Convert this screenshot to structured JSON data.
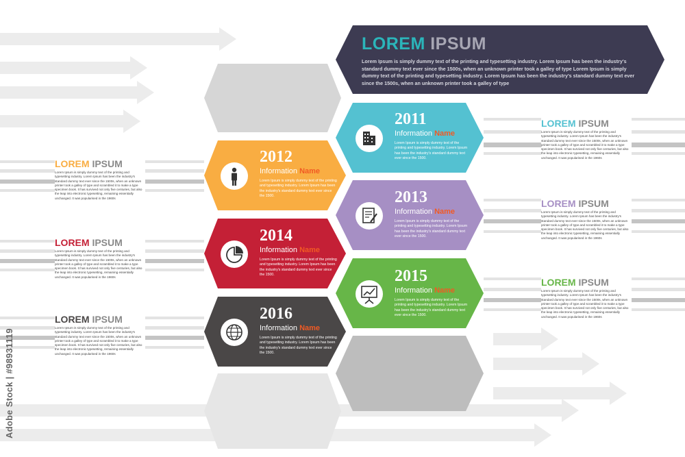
{
  "header": {
    "title_accent": "LOREM",
    "title_rest": "IPSUM",
    "body": "Lorem Ipsum is simply dummy text of the printing and typesetting industry. Lorem Ipsum has been the industry's standard dummy text ever since the 1500s, when an unknown printer took a galley of type Lorem Ipsum is simply dummy text of the printing and typesetting industry. Lorem Ipsum has been the industry's standard dummy text ever since the 1500s, when an unknown printer took a galley of type",
    "bg_color": "#3d3b52",
    "accent_color": "#2bb5ba"
  },
  "timeline": [
    {
      "year": "2011",
      "info": "Information",
      "name": "Name",
      "body": "Lorem Ipsum is simply dummy text of the printing and typesetting industry. Lorem Ipsum has been the industry's standard dummy text ever since the 1500.",
      "color": "#54c1d1",
      "icon": "building-icon"
    },
    {
      "year": "2012",
      "info": "Information",
      "name": "Name",
      "body": "Lorem Ipsum is simply dummy text of the printing and typesetting industry. Lorem Ipsum has been the industry's standard dummy text ever since the 1500.",
      "color": "#f9ad42",
      "icon": "person-icon"
    },
    {
      "year": "2013",
      "info": "Information",
      "name": "Name",
      "body": "Lorem Ipsum is simply dummy text of the printing and typesetting industry. Lorem Ipsum has been the industry's standard dummy text ever since the 1500.",
      "color": "#a68fc4",
      "icon": "document-icon"
    },
    {
      "year": "2014",
      "info": "Information",
      "name": "Name",
      "body": "Lorem Ipsum is simply dummy text of the printing and typesetting industry. Lorem Ipsum has been the industry's standard dummy text ever since the 1500.",
      "color": "#c42036",
      "icon": "pie-chart-icon"
    },
    {
      "year": "2015",
      "info": "Information",
      "name": "Name",
      "body": "Lorem Ipsum is simply dummy text of the printing and typesetting industry. Lorem Ipsum has been the industry's standard dummy text ever since the 1500.",
      "color": "#67b648",
      "icon": "presentation-icon"
    },
    {
      "year": "2016",
      "info": "Information",
      "name": "Name",
      "body": "Lorem Ipsum is simply dummy text of the printing and typesetting industry. Lorem Ipsum has been the industry's standard dummy text ever since the 1500.",
      "color": "#4a4747",
      "icon": "globe-icon"
    }
  ],
  "name_color": "#f15a24",
  "side_notes": [
    {
      "id": "right-2011",
      "title_accent": "LOREM",
      "title_rest": "IPSUM",
      "color": "#54c1d1",
      "body": "Lorem Ipsum is simply dummy text of the printing and typesetting industry. Lorem Ipsum has been the industry's standard dummy text ever since the 1500s, when an unknown printer took a galley of type and scrambled it to make a type specimen book. It has survived not only five centuries, but also the leap into electronic typesetting, remaining essentially unchanged. It was popularised in the 1960s"
    },
    {
      "id": "left-2012",
      "title_accent": "LOREM",
      "title_rest": "IPSUM",
      "color": "#f9ad42",
      "body": "Lorem Ipsum is simply dummy text of the printing and typesetting industry. Lorem Ipsum has been the industry's standard dummy text ever since the 1500s, when an unknown printer took a galley of type and scrambled it to make a type specimen book. It has survived not only five centuries, but also the leap into electronic typesetting, remaining essentially unchanged. It was popularised in the 1960s"
    },
    {
      "id": "right-2013",
      "title_accent": "LOREM",
      "title_rest": "IPSUM",
      "color": "#a68fc4",
      "body": "Lorem Ipsum is simply dummy text of the printing and typesetting industry. Lorem Ipsum has been the industry's standard dummy text ever since the 1500s, when an unknown printer took a galley of type and scrambled it to make a type specimen book. It has survived not only five centuries, but also the leap into electronic typesetting, remaining essentially unchanged. It was popularised in the 1960s"
    },
    {
      "id": "left-2014",
      "title_accent": "LOREM",
      "title_rest": "IPSUM",
      "color": "#c42036",
      "body": "Lorem Ipsum is simply dummy text of the printing and typesetting industry. Lorem Ipsum has been the industry's standard dummy text ever since the 1500s, when an unknown printer took a galley of type and scrambled it to make a type specimen book. It has survived not only five centuries, but also the leap into electronic typesetting, remaining essentially unchanged. It was popularised in the 1960s"
    },
    {
      "id": "right-2015",
      "title_accent": "LOREM",
      "title_rest": "IPSUM",
      "color": "#67b648",
      "body": "Lorem Ipsum is simply dummy text of the printing and typesetting industry. Lorem Ipsum has been the industry's standard dummy text ever since the 1500s, when an unknown printer took a galley of type and scrambled it to make a type specimen book. It has survived not only five centuries, but also the leap into electronic typesetting, remaining essentially unchanged. It was popularised in the 1960s"
    },
    {
      "id": "left-2016",
      "title_accent": "LOREM",
      "title_rest": "IPSUM",
      "color": "#4a4747",
      "body": "Lorem Ipsum is simply dummy text of the printing and typesetting industry. Lorem Ipsum has been the industry's standard dummy text ever since the 1500s, when an unknown printer took a galley of type and scrambled it to make a type specimen book. It has survived not only five centuries, but also the leap into electronic typesetting, remaining essentially unchanged. It was popularised in the 1960s"
    }
  ],
  "watermark": "Adobe Stock | #98931119"
}
